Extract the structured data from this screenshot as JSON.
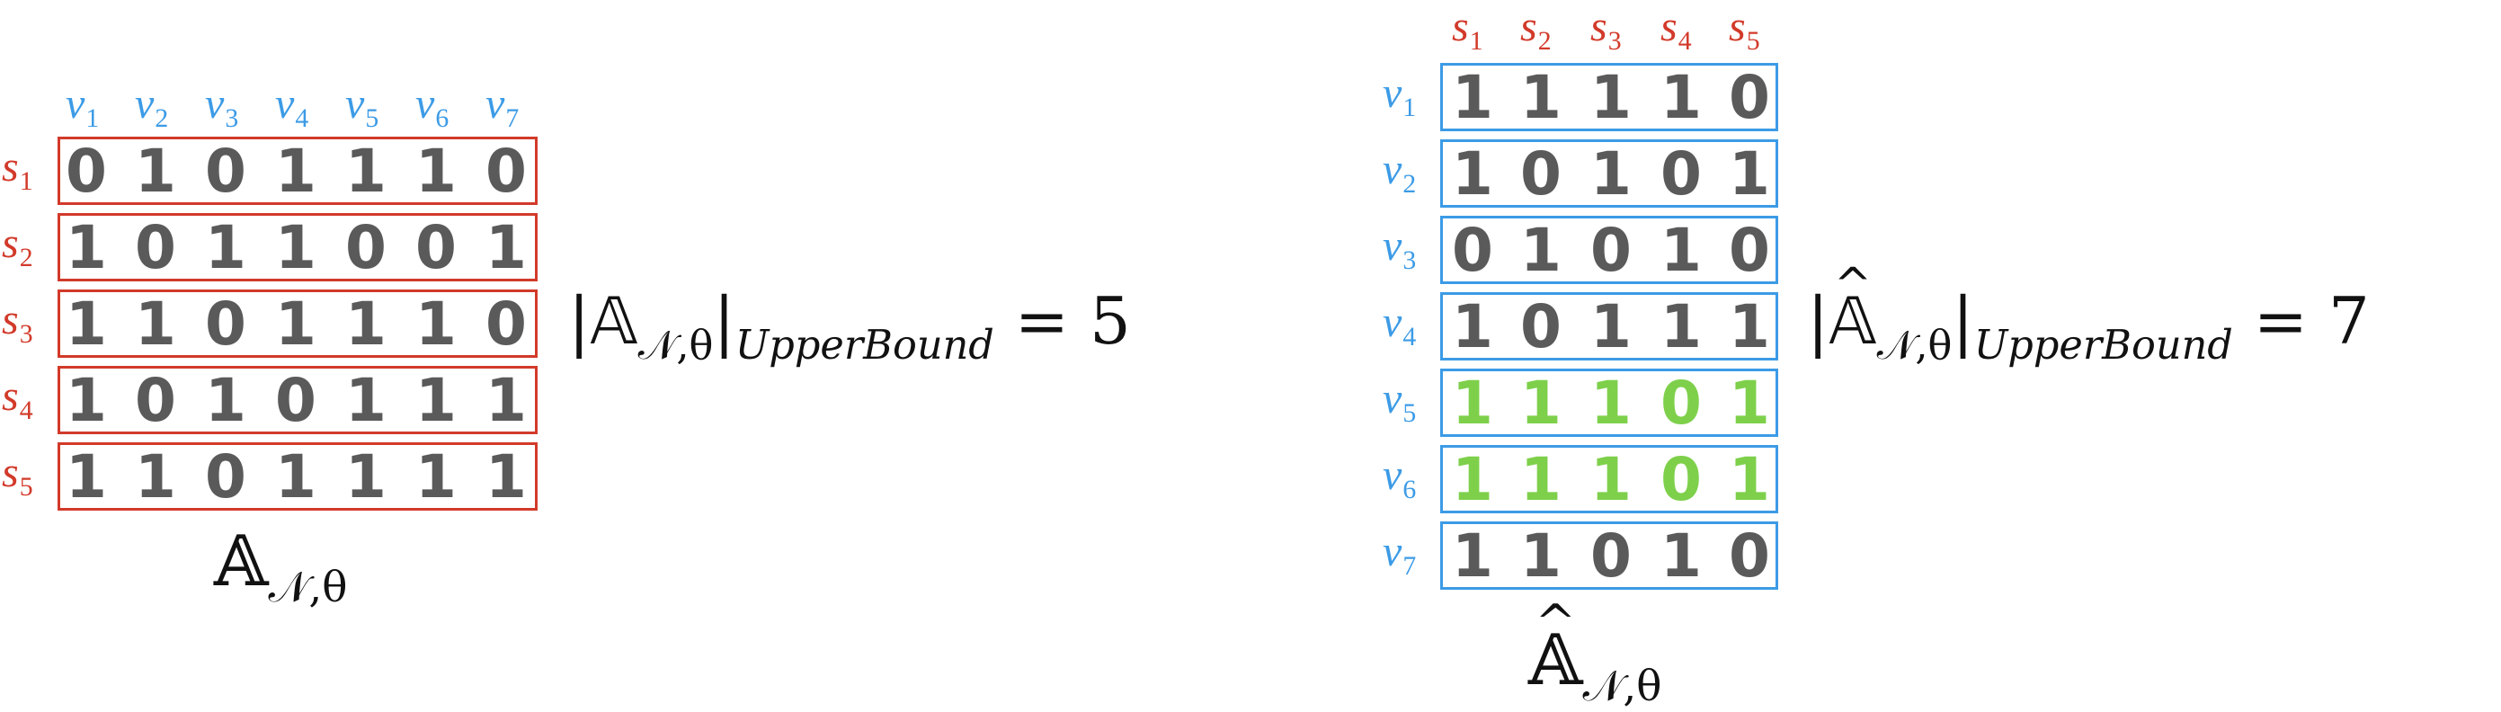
{
  "left": {
    "col_labels": [
      {
        "var": "v",
        "sub": "1"
      },
      {
        "var": "v",
        "sub": "2"
      },
      {
        "var": "v",
        "sub": "3"
      },
      {
        "var": "v",
        "sub": "4"
      },
      {
        "var": "v",
        "sub": "5"
      },
      {
        "var": "v",
        "sub": "6"
      },
      {
        "var": "v",
        "sub": "7"
      }
    ],
    "row_labels": [
      {
        "var": "s",
        "sub": "1"
      },
      {
        "var": "s",
        "sub": "2"
      },
      {
        "var": "s",
        "sub": "3"
      },
      {
        "var": "s",
        "sub": "4"
      },
      {
        "var": "s",
        "sub": "5"
      }
    ],
    "rows": [
      [
        "0",
        "1",
        "0",
        "1",
        "1",
        "1",
        "0"
      ],
      [
        "1",
        "0",
        "1",
        "1",
        "0",
        "0",
        "1"
      ],
      [
        "1",
        "1",
        "0",
        "1",
        "1",
        "1",
        "0"
      ],
      [
        "1",
        "0",
        "1",
        "0",
        "1",
        "1",
        "1"
      ],
      [
        "1",
        "1",
        "0",
        "1",
        "1",
        "1",
        "1"
      ]
    ],
    "caption": {
      "symbol": "𝔸",
      "sub": "𝒩,θ"
    },
    "equation": {
      "symbol": "𝔸",
      "sub": "𝒩,θ",
      "bound_label": "UpperBound",
      "value": "5"
    }
  },
  "right": {
    "col_labels": [
      {
        "var": "s",
        "sub": "1"
      },
      {
        "var": "s",
        "sub": "2"
      },
      {
        "var": "s",
        "sub": "3"
      },
      {
        "var": "s",
        "sub": "4"
      },
      {
        "var": "s",
        "sub": "5"
      }
    ],
    "row_labels": [
      {
        "var": "v",
        "sub": "1"
      },
      {
        "var": "v",
        "sub": "2"
      },
      {
        "var": "v",
        "sub": "3"
      },
      {
        "var": "v",
        "sub": "4"
      },
      {
        "var": "v",
        "sub": "5"
      },
      {
        "var": "v",
        "sub": "6"
      },
      {
        "var": "v",
        "sub": "7"
      }
    ],
    "rows": [
      [
        "1",
        "1",
        "1",
        "1",
        "0"
      ],
      [
        "1",
        "0",
        "1",
        "0",
        "1"
      ],
      [
        "0",
        "1",
        "0",
        "1",
        "0"
      ],
      [
        "1",
        "0",
        "1",
        "1",
        "1"
      ],
      [
        "1",
        "1",
        "1",
        "0",
        "1"
      ],
      [
        "1",
        "1",
        "1",
        "0",
        "1"
      ],
      [
        "1",
        "1",
        "0",
        "1",
        "0"
      ]
    ],
    "highlighted_rows": [
      4,
      5
    ],
    "highlight_color": "#7ed04b",
    "caption": {
      "symbol": "𝔸",
      "sub": "𝒩,θ"
    },
    "equation": {
      "symbol": "𝔸",
      "sub": "𝒩,θ",
      "bound_label": "UpperBound",
      "value": "7"
    }
  },
  "colors": {
    "red": "#d23a2a",
    "blue": "#3c9be6",
    "digit": "#5a5a5a"
  }
}
